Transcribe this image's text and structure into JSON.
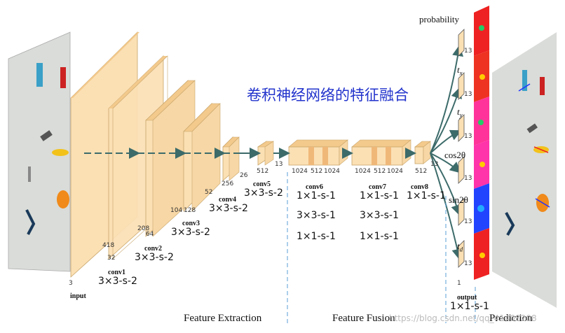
{
  "title_cn": "卷积神经网络的特征融合",
  "labels": {
    "input": "input",
    "input_dim": "3",
    "conv1": "conv1",
    "conv1_op": "3×3-s-2",
    "conv1_dims": [
      "418",
      "32"
    ],
    "conv2": "conv2",
    "conv2_op": "3×3-s-2",
    "conv2_dims": [
      "208",
      "64"
    ],
    "conv3": "conv3",
    "conv3_op": "3×3-s-2",
    "conv3_dims": [
      "104",
      "128"
    ],
    "conv4": "conv4",
    "conv4_op": "3×3-s-2",
    "conv4_dims": [
      "52",
      "256"
    ],
    "conv5": "conv5",
    "conv5_op": "3×3-s-2",
    "conv5_dims": [
      "26",
      "512",
      "13"
    ],
    "conv6": "conv6",
    "conv6_ops": [
      "1×1-s-1",
      "3×3-s-1",
      "1×1-s-1"
    ],
    "conv6_dims": [
      "1024",
      "512",
      "1024"
    ],
    "conv7": "conv7",
    "conv7_ops": [
      "1×1-s-1",
      "3×3-s-1",
      "1×1-s-1"
    ],
    "conv7_dims": [
      "1024",
      "512",
      "1024"
    ],
    "conv8": "conv8",
    "conv8_op": "1×1-s-1",
    "conv8_dims": [
      "512",
      "13"
    ],
    "output": "output",
    "output_op": "1×1-s-1",
    "output_dims": [
      "13",
      "13",
      "13",
      "13",
      "13",
      "13",
      "1"
    ],
    "probability": "probability",
    "tx": "t",
    "tx_sub": "x",
    "ty": "t",
    "ty_sub": "y",
    "cos": "cos2θ",
    "sin": "sin2θ",
    "td": "t",
    "td_sub": "d"
  },
  "sections": {
    "extraction": "Feature Extraction",
    "fusion": "Feature Fusion",
    "prediction": "Prediction"
  },
  "watermark": "https://blog.csdn.net/qq_41408208",
  "colors": {
    "block_fill": "#fbe0b4",
    "block_side": "#f3c98c",
    "block_stroke": "#c9a66b",
    "arrow": "#3c6b6a",
    "title_cn": "#2233cc",
    "divider": "#5a9fd4",
    "heatmap_red": "#ee2222",
    "heatmap_magenta": "#ff3399",
    "heatmap_blue": "#2244ff"
  }
}
